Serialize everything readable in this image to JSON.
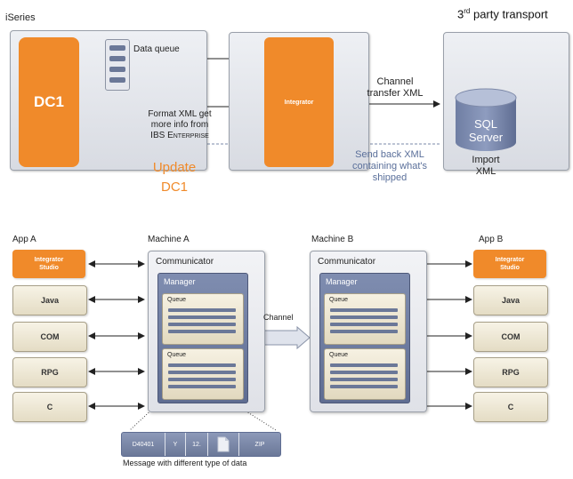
{
  "top": {
    "iseries_label": "iSeries",
    "third_party_label": "3rd party transport",
    "dc1_label": "DC1",
    "integrator_label": "Integrator",
    "data_queue_label": "Data queue",
    "format_xml_line1": "Format XML get",
    "format_xml_line2": "more info from",
    "format_xml_line3": "IBS Enterprise",
    "update_line1": "Update",
    "update_line2": "DC1",
    "channel_line1": "Channel",
    "channel_line2": "transfer XML",
    "send_back_line1": "Send back XML",
    "send_back_line2": "containing what's",
    "send_back_line3": "shipped",
    "sql_line1": "SQL",
    "sql_line2": "Server",
    "import_line1": "Import",
    "import_line2": "XML"
  },
  "bottom": {
    "app_a_label": "App A",
    "app_b_label": "App B",
    "machine_a_label": "Machine A",
    "machine_b_label": "Machine B",
    "communicator_label": "Communicator",
    "manager_label": "Manager",
    "queue_label": "Queue",
    "channel_label": "Channel",
    "integrator_studio_line1": "Integrator",
    "integrator_studio_line2": "Studio",
    "clients": [
      "Java",
      "COM",
      "RPG",
      "C"
    ],
    "message_segments": [
      "D40401",
      "Y",
      "12.",
      "",
      "ZIP"
    ],
    "message_caption": "Message with different type of data"
  },
  "colors": {
    "accent_orange": "#f08a2a",
    "manager_blue": "#6b7898",
    "send_back_text": "#5a6f9a"
  }
}
